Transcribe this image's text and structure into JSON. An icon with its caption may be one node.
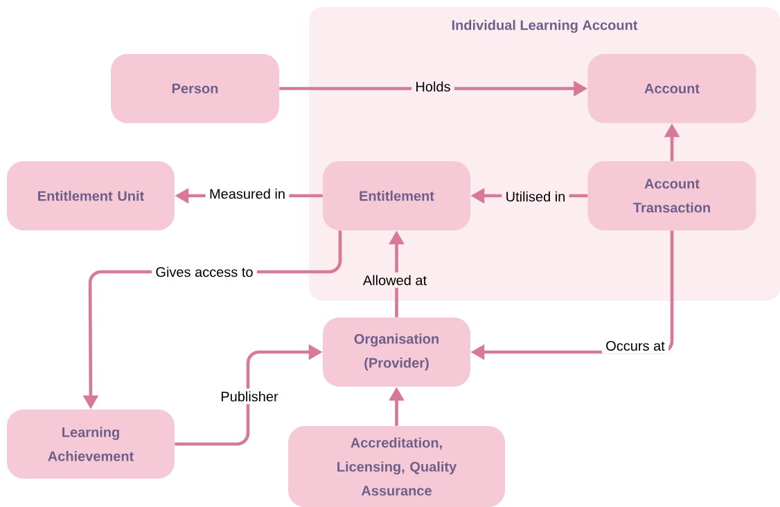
{
  "diagram": {
    "nodes": [
      {
        "text": [
          "Individual Learning Account"
        ]
      },
      {
        "text": [
          "Person"
        ]
      },
      {
        "text": [
          "Account"
        ],
        "in": 0
      },
      {
        "text": [
          "Entitlement Unit"
        ]
      },
      {
        "text": [
          "Entitlement"
        ],
        "in": 0
      },
      {
        "text": [
          "Account Transaction"
        ],
        "in": 0
      },
      {
        "text": [
          "Organisation (Provider)"
        ]
      },
      {
        "text": [
          "Learning Achievement"
        ]
      },
      {
        "text": [
          "Accreditation, Licensing, Quality Assurance"
        ]
      }
    ],
    "edges": [
      {
        "from": 1,
        "to": 2,
        "arrow": "to",
        "label": "Holds"
      },
      {
        "from": 4,
        "to": 3,
        "arrow": "to",
        "label": "Measured in"
      },
      {
        "from": 5,
        "to": 4,
        "arrow": "to",
        "label": "Utilised in"
      },
      {
        "from": 5,
        "to": 2,
        "arrow": "to"
      },
      {
        "from": 4,
        "to": 7,
        "arrow": "to",
        "label": "Gives access to"
      },
      {
        "from": 6,
        "to": 4,
        "arrow": "to",
        "label": "Allowed at"
      },
      {
        "from": 5,
        "to": 6,
        "arrow": "to",
        "label": "Occurs at"
      },
      {
        "from": 7,
        "to": 6,
        "arrow": "to",
        "label": "Publisher"
      },
      {
        "from": 8,
        "to": 6,
        "arrow": "to"
      }
    ]
  }
}
